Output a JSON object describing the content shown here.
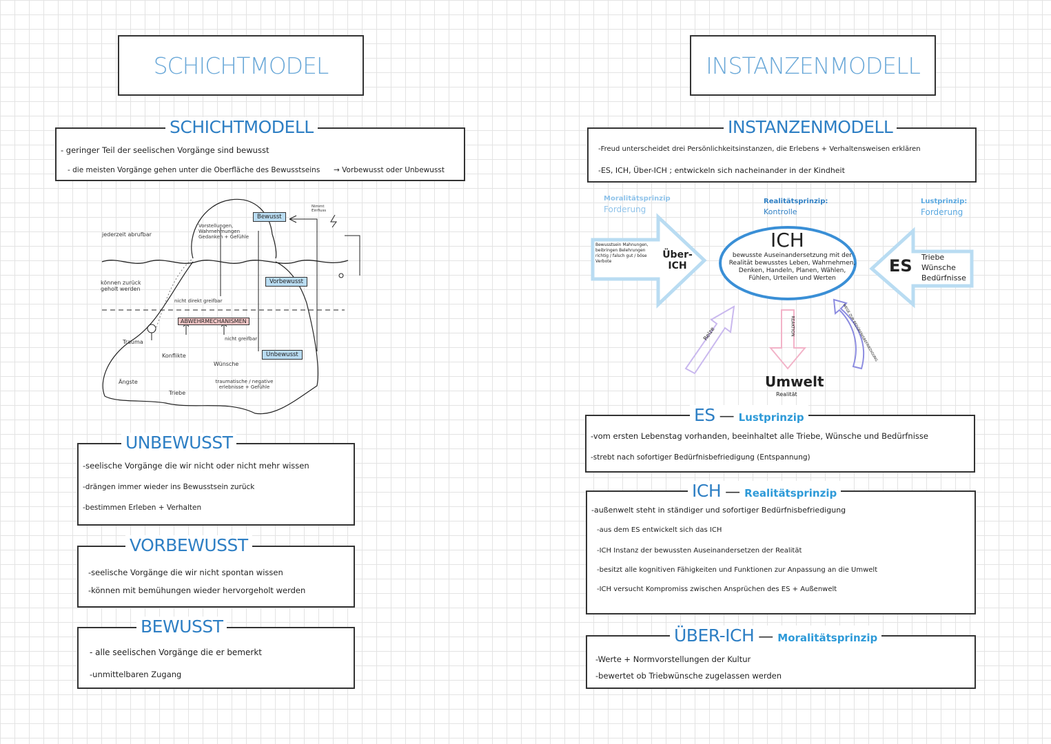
{
  "left": {
    "title_box": "SCHICHTMODEL",
    "schicht": {
      "heading": "SCHICHTMODELL",
      "lines": [
        "- geringer Teil der seelischen Vorgänge sind bewusst",
        "- die meisten Vorgänge gehen unter die Oberfläche des Bewusstseins",
        "→ Vorbewusst oder Unbewusst"
      ]
    },
    "iceberg": {
      "bewusst": "Bewusst",
      "vorbewusst": "Vorbewusst",
      "unbewusst": "Unbewusst",
      "abwehr": "ABWEHRMECHANISMEN",
      "jederzeit": "jederzeit abrufbar",
      "koennen": "können zurück geholt werden",
      "vorstellungen": "Vorstellungen, Wahrnehmungen Gedanken + Gefühle",
      "nicht_direkt": "nicht direkt greifbar",
      "nicht_greifbar": "nicht greifbar",
      "trauma": "Trauma",
      "konflikte": "Konflikte",
      "wuensche": "Wünsche",
      "aengste": "Ängste",
      "triebe": "Triebe",
      "traumatische": "traumatische / negative erlebnisse + Gefühle",
      "nimmt": "Nimmt Einfluss"
    },
    "unbewusst": {
      "heading": "UNBEWUSST",
      "lines": [
        "-seelische Vorgänge die wir nicht oder nicht mehr wissen",
        "-drängen immer wieder ins Bewusstsein zurück",
        "-bestimmen Erleben + Verhalten"
      ]
    },
    "vorbewusst": {
      "heading": "VORBEWUSST",
      "lines": [
        "-seelische Vorgänge die wir nicht spontan wissen",
        "-können mit bemühungen wieder hervorgeholt werden"
      ]
    },
    "bewusst": {
      "heading": "BEWUSST",
      "lines": [
        "- alle seelischen Vorgänge die er bemerkt",
        "-unmittelbaren Zugang"
      ]
    }
  },
  "right": {
    "title_box": "INSTANZENMODELL",
    "instanzen": {
      "heading": "INSTANZENMODELL",
      "lines": [
        "-Freud unterscheidet drei Persönlichkeitsinstanzen, die Erlebens + Verhaltensweisen erklären",
        "-ES, ICH, Über-ICH ; entwickeln sich nacheinander in der Kindheit"
      ]
    },
    "diagram": {
      "moral_title": "Moralitätsprinzip",
      "moral_sub": "Forderung",
      "real_title": "Realitätsprinzip:",
      "real_sub": "Kontrolle",
      "lust_title": "Lustprinzip:",
      "lust_sub": "Forderung",
      "ich": "ICH",
      "ich_text": "bewusste Auseinandersetzung mit der Realität bewusstes Leben, Wahrnehmen, Denken, Handeln, Planen, Wählen, Fühlen, Urteilen und Werten",
      "ueber_ich": "Über-ICH",
      "ueber_text": "Bewusstsein Mahnungen, beibringen Belehrungen richtig / falsch gut / böse Verbote",
      "es": "ES",
      "es_text": "Triebe Wünsche Bedürfnisse",
      "umwelt": "Umwelt",
      "umwelt_sub": "Realität",
      "reiz": "Reize",
      "reaktion": "REAKTION",
      "wege": "WEGE ZUR BEDÜRFNISBEFRIEDIGUNG"
    },
    "es": {
      "heading": "ES",
      "sub": "Lustprinzip",
      "lines": [
        "-vom ersten Lebenstag vorhanden, beeinhaltet alle Triebe, Wünsche und Bedürfnisse",
        "-strebt nach sofortiger Bedürfnisbefriedigung (Entspannung)"
      ]
    },
    "ich": {
      "heading": "ICH",
      "sub": "Realitätsprinzip",
      "lines": [
        "-außenwelt steht in ständiger und sofortiger Bedürfnisbefriedigung",
        "-aus dem ES entwickelt sich das ICH",
        "-ICH Instanz der bewussten Auseinandersetzen der Realität",
        "-besitzt alle kognitiven Fähigkeiten und Funktionen zur Anpassung an die Umwelt",
        "-ICH versucht Kompromiss zwischen Ansprüchen des ES + Außenwelt"
      ]
    },
    "ueber": {
      "heading": "ÜBER-ICH",
      "sub": "Moralitätsprinzip",
      "lines": [
        "-Werte + Normvorstellungen der Kultur",
        "-bewertet ob Triebwünsche zugelassen werden"
      ]
    }
  },
  "colors": {
    "heading_blue": "#2e7fc4",
    "title_blue": "#6aa8d8",
    "label_blue": "#b9dcf2",
    "label_red": "#f3c6c6",
    "ellipse_blue": "#3a8fd6",
    "arrow_purple": "#c9b8ee",
    "arrow_pink": "#f2b3c8"
  }
}
